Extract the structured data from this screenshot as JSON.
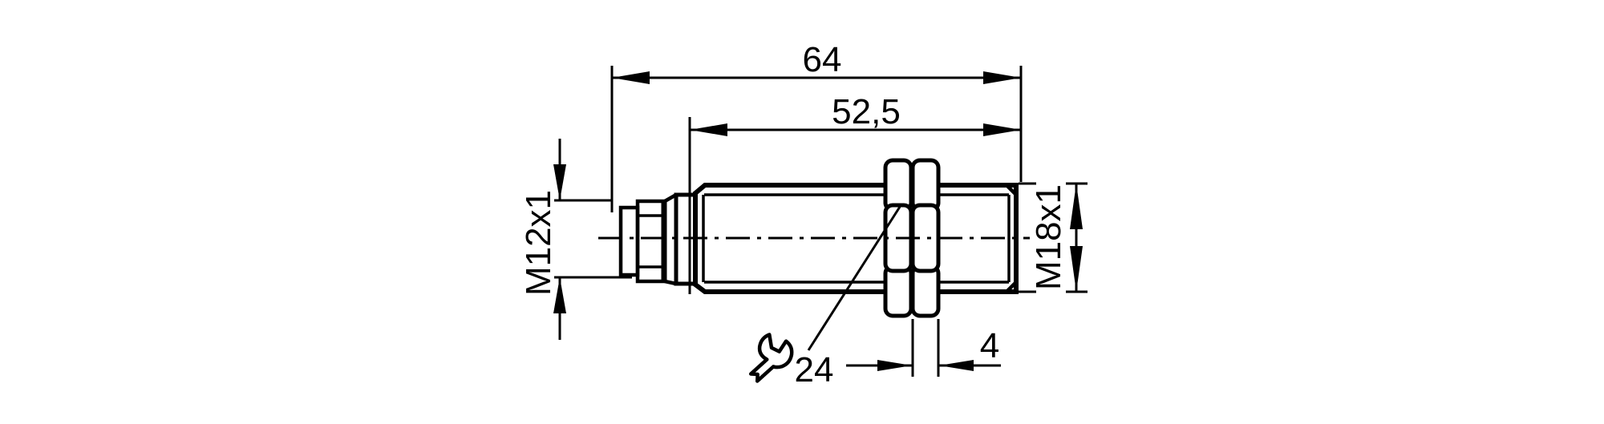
{
  "drawing": {
    "background_color": "#ffffff",
    "line_color": "#000000",
    "dimensions": {
      "overall_length": "64",
      "threaded_length": "52,5",
      "connector_thread": "M12x1",
      "housing_thread": "M18x1",
      "wrench_size": "24",
      "nut_thickness": "4"
    },
    "icons": {
      "wrench": "open-end-wrench"
    }
  }
}
